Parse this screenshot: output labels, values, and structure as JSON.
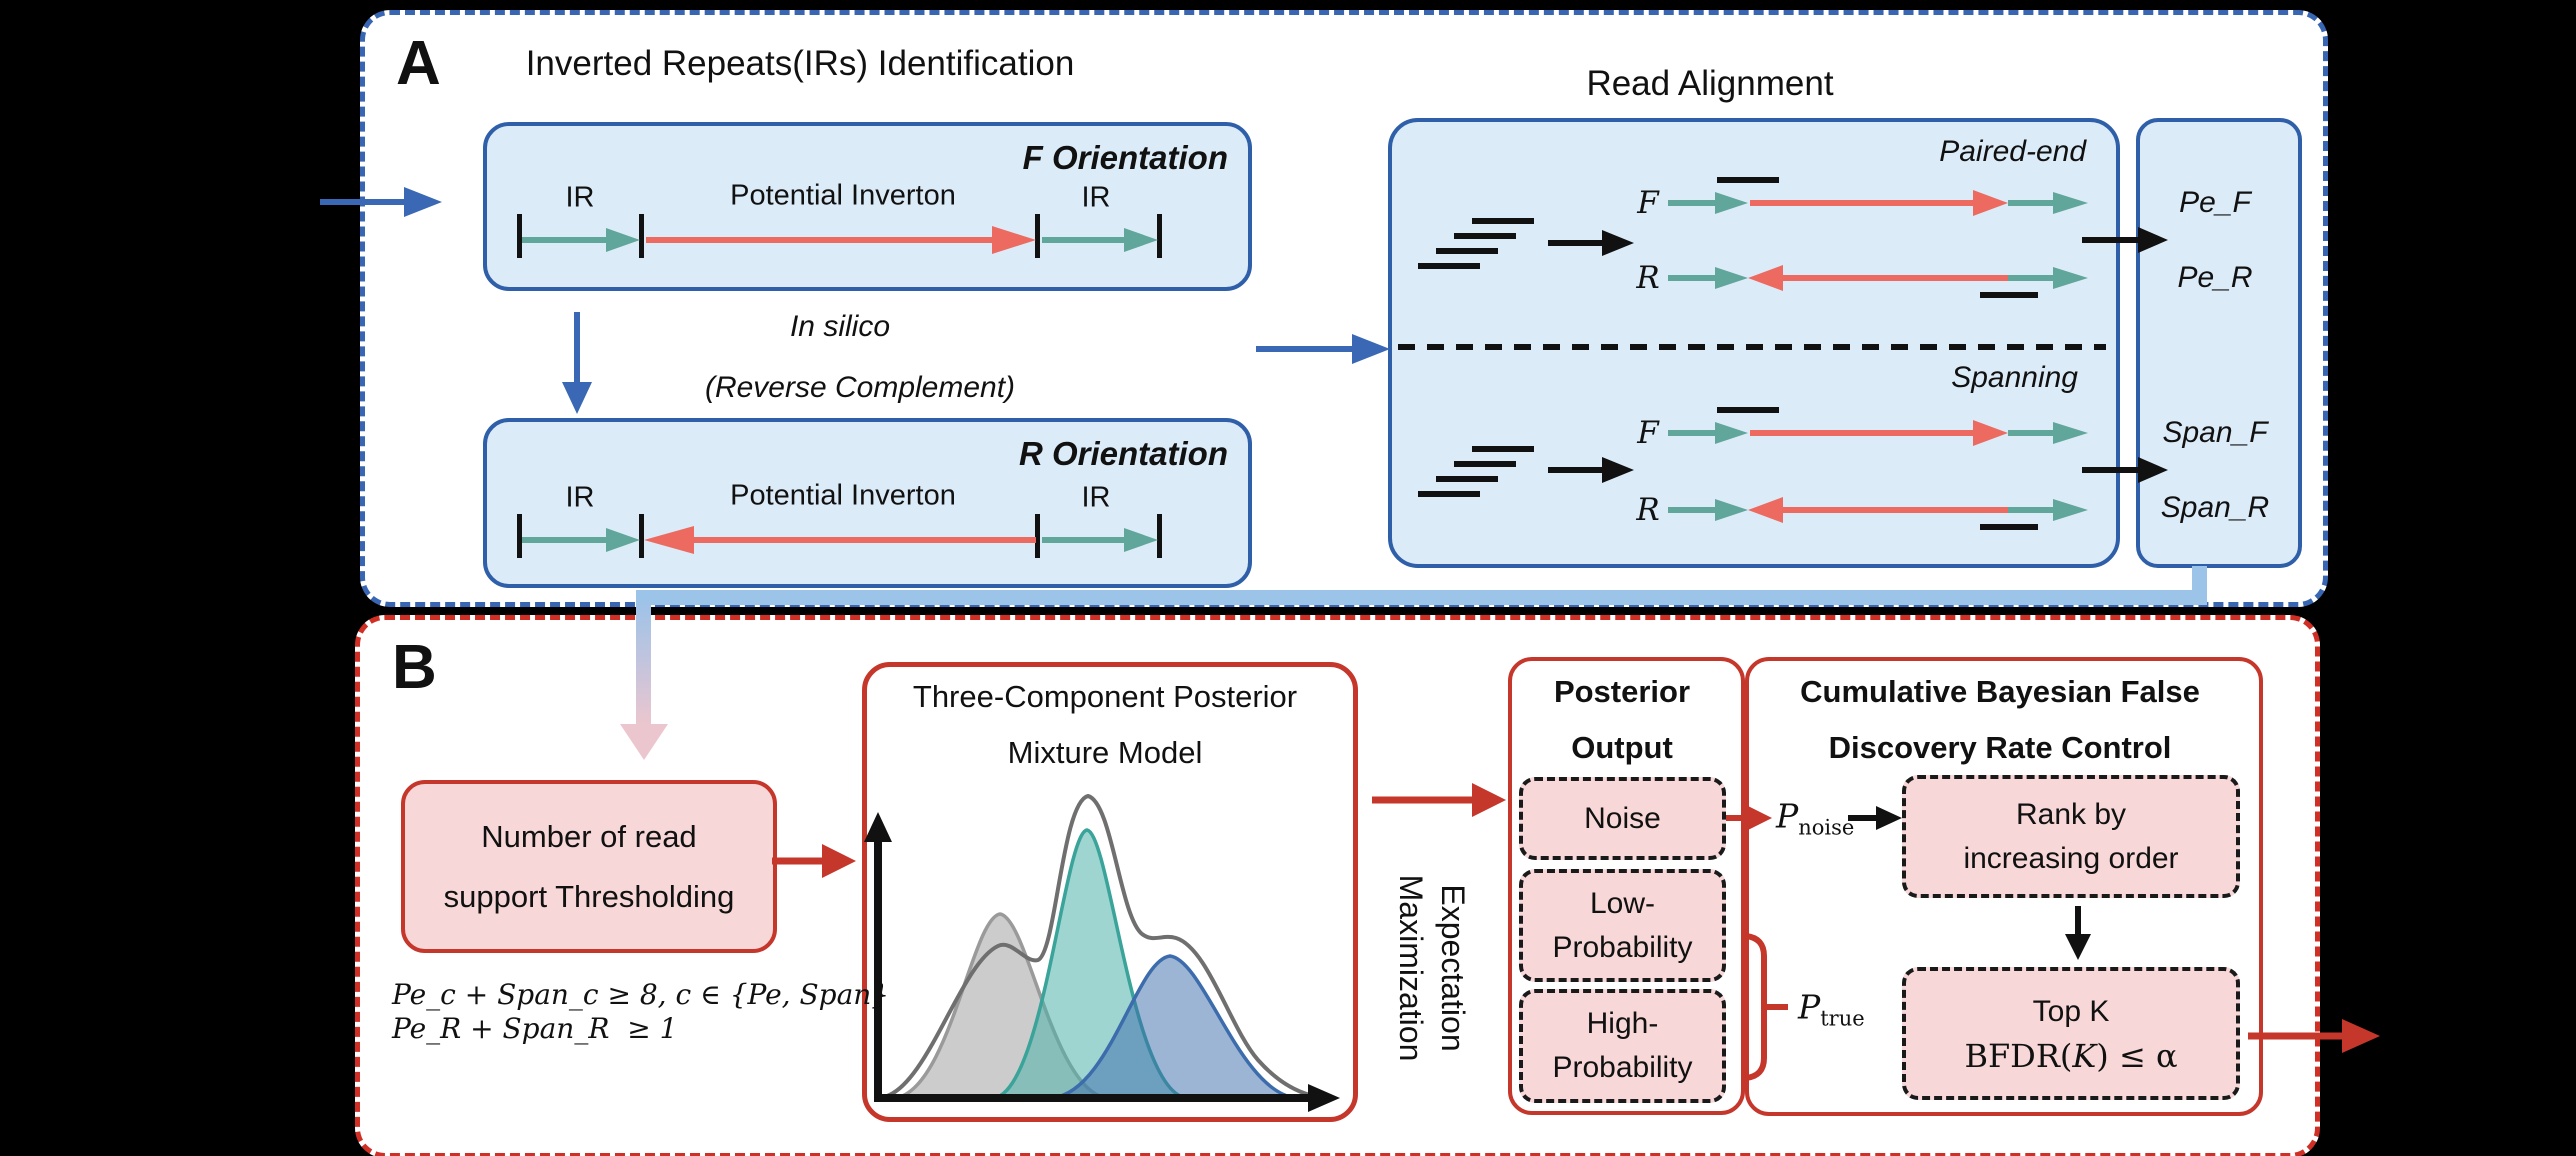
{
  "colors": {
    "panel-a-border": "#3866b2",
    "panel-b-border": "#d02f26",
    "box-blue-fill": "#dcebf8",
    "box-blue-border": "#2e5fa8",
    "pink-fill": "#f7d7d7",
    "red-accent": "#c5362b",
    "teal-arrow": "#61a69b",
    "salmon-arrow": "#ec6a5f",
    "connector-blue": "#9cc3e8",
    "connector-pink": "#ecc6ce",
    "blue-arrow": "#3a68b4",
    "gray-curve": "#cccccc",
    "teal-curve": "#4fb2aa",
    "blue-curve": "#3c6cab",
    "envelope-gray": "#6f6f6f"
  },
  "panel_a": {
    "label": "A",
    "title": "Inverted Repeats(IRs) Identification",
    "read_alignment_title": "Read Alignment",
    "f_box": {
      "title": "F Orientation",
      "ir_left": "IR",
      "segment_label": "Potential Inverton",
      "ir_right": "IR"
    },
    "in_silico_line1": "In silico",
    "in_silico_line2": "(Reverse Complement)",
    "r_box": {
      "title": "R Orientation",
      "ir_left": "IR",
      "segment_label": "Potential Inverton",
      "ir_right": "IR"
    },
    "read_alignment": {
      "paired_end_label": "Paired-end",
      "spanning_label": "Spanning",
      "paired_row_f": "F",
      "paired_row_r": "R",
      "span_row_f": "F",
      "span_row_r": "R",
      "outputs": {
        "pe_f": "Pe_F",
        "pe_r": "Pe_R",
        "span_f": "Span_F",
        "span_r": "Span_R"
      }
    }
  },
  "panel_b": {
    "label": "B",
    "threshold_box": {
      "line1": "Number of read",
      "line2": "support Thresholding"
    },
    "formula_line1": "Pe_c + Span_c ≥ 8, c ∈ {Pe, Span}",
    "formula_line2": "Pe_R + Span_R  ≥ 1",
    "mixture_box": {
      "title_line1": "Three-Component Posterior",
      "title_line2": "Mixture Model"
    },
    "em_line1": "Expectation",
    "em_line2": "Maximization",
    "posterior_box": {
      "title_line1": "Posterior",
      "title_line2": "Output",
      "noise": "Noise",
      "low_line1": "Low-",
      "low_line2": "Probability",
      "high_line1": "High-",
      "high_line2": "Probability"
    },
    "p_noise_base": "P",
    "p_noise_sub": "noise",
    "p_true_base": "P",
    "p_true_sub": "true",
    "bfdr_title_line1": "Cumulative Bayesian False",
    "bfdr_title_line2": "Discovery Rate Control",
    "rank_box": {
      "line1": "Rank by",
      "line2": "increasing order"
    },
    "topk_box": {
      "line1": "Top K",
      "line2_pre": "BFDR(",
      "line2_var": "K",
      "line2_post": ") ≤ α"
    }
  }
}
